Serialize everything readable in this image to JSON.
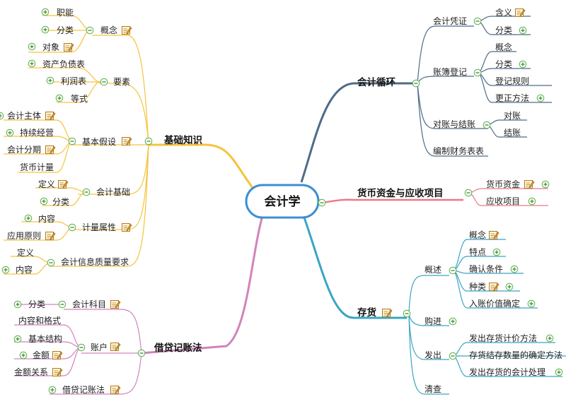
{
  "root": "会计学",
  "branches": {
    "jichu": {
      "label": "基础知识",
      "gainian": {
        "label": "概念",
        "items": [
          "职能",
          "分类",
          "对象"
        ]
      },
      "yaosu": {
        "label": "要素",
        "items": [
          "资产负债表",
          "利润表",
          "等式"
        ]
      },
      "jiashe": {
        "label": "基本假设",
        "items": [
          "会计主体",
          "持续经营",
          "会计分期",
          "货币计量"
        ]
      },
      "jichu2": {
        "label": "会计基础",
        "items": [
          "定义",
          "分类"
        ]
      },
      "shuxing": {
        "label": "计量属性",
        "items": [
          "内容",
          "应用原则"
        ]
      },
      "zhiliang": {
        "label": "会计信息质量要求",
        "items": [
          "定义",
          "内容"
        ]
      }
    },
    "jiedai": {
      "label": "借贷记账法",
      "kemu": {
        "label": "会计科目",
        "items": [
          "分类"
        ]
      },
      "zhanghu": {
        "label": "账户",
        "items": [
          "内容和格式",
          "基本结构",
          "金额",
          "金额关系"
        ]
      },
      "fa": {
        "label": "借贷记账法"
      }
    },
    "xunhuan": {
      "label": "会计循环",
      "pingzheng": {
        "label": "会计凭证",
        "items": [
          "含义",
          "分类"
        ]
      },
      "zhangbu": {
        "label": "账簿登记",
        "items": [
          "概念",
          "分类",
          "登记规则",
          "更正方法"
        ]
      },
      "duizhang": {
        "label": "对账与结账",
        "items": [
          "对账",
          "结账"
        ]
      },
      "baobiao": {
        "label": "编制财务表表"
      }
    },
    "huobi": {
      "label": "货币资金与应收项目",
      "items": [
        "货币资金",
        "应收项目"
      ]
    },
    "cunhuo": {
      "label": "存货",
      "gaishu": {
        "label": "概述",
        "items": [
          "概念",
          "特点",
          "确认条件",
          "种类",
          "入账价值确定"
        ]
      },
      "goujin": {
        "label": "购进"
      },
      "fachu": {
        "label": "发出",
        "items": [
          "发出存货计价方法",
          "存货结存数量的确定方法",
          "发出存货的会计处理"
        ]
      },
      "qingcha": {
        "label": "清查"
      }
    }
  },
  "colors": {
    "orange": "#f5c33c",
    "pink": "#d183bb",
    "slate": "#4d6b8a",
    "red": "#e87a86",
    "teal": "#3aa5c4",
    "root_border": "#3c8fd3",
    "plus": "#5ab04a",
    "note": "#d49b2c"
  },
  "icons": [
    "plus-circle-icon",
    "minus-circle-icon",
    "note-icon"
  ]
}
